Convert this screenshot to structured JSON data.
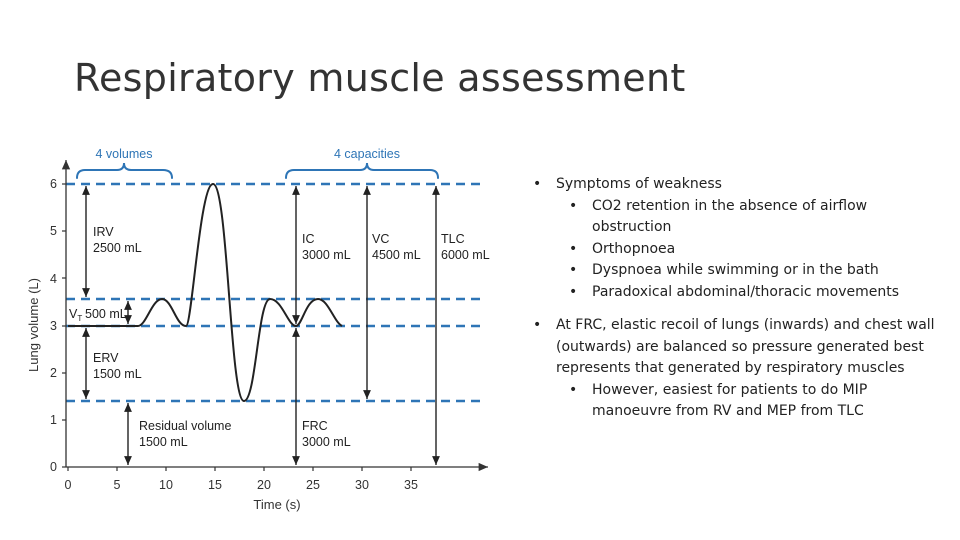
{
  "slide": {
    "title": "Respiratory muscle assessment"
  },
  "diagram": {
    "accent_color": "#2e75b6",
    "line_color": "#222222",
    "bracket_volumes": "4 volumes",
    "bracket_capacities": "4 capacities",
    "y_axis_label": "Lung volume (L)",
    "x_axis_label": "Time (s)",
    "y_ticks": [
      "0",
      "1",
      "2",
      "3",
      "4",
      "5",
      "6"
    ],
    "x_ticks": [
      "0",
      "5",
      "10",
      "15",
      "20",
      "25",
      "30",
      "35"
    ],
    "labels": {
      "irv_name": "IRV",
      "irv_value": "2500 mL",
      "vt_name": "V",
      "vt_sub": "T",
      "vt_value": "500 mL",
      "erv_name": "ERV",
      "erv_value": "1500 mL",
      "rv_name": "Residual volume",
      "rv_value": "1500 mL",
      "ic_name": "IC",
      "ic_value": "3000 mL",
      "vc_name": "VC",
      "vc_value": "4500 mL",
      "tlc_name": "TLC",
      "tlc_value": "6000 mL",
      "frc_name": "FRC",
      "frc_value": "3000 mL"
    }
  },
  "bullets": [
    {
      "level": 1,
      "text": "Symptoms of weakness"
    },
    {
      "level": 2,
      "text": "CO2 retention in the absence of airflow obstruction"
    },
    {
      "level": 2,
      "text": "Orthopnoea"
    },
    {
      "level": 2,
      "text": "Dyspnoea while swimming or in the bath"
    },
    {
      "level": 2,
      "text": "Paradoxical abdominal/thoracic movements"
    },
    {
      "level": 1,
      "text": "At FRC, elastic recoil of lungs (inwards) and chest wall (outwards) are balanced so pressure generated best represents that generated by respiratory muscles",
      "gap": true
    },
    {
      "level": 2,
      "text": "However, easiest for patients to do MIP manoeuvre from RV and MEP from TLC"
    }
  ]
}
